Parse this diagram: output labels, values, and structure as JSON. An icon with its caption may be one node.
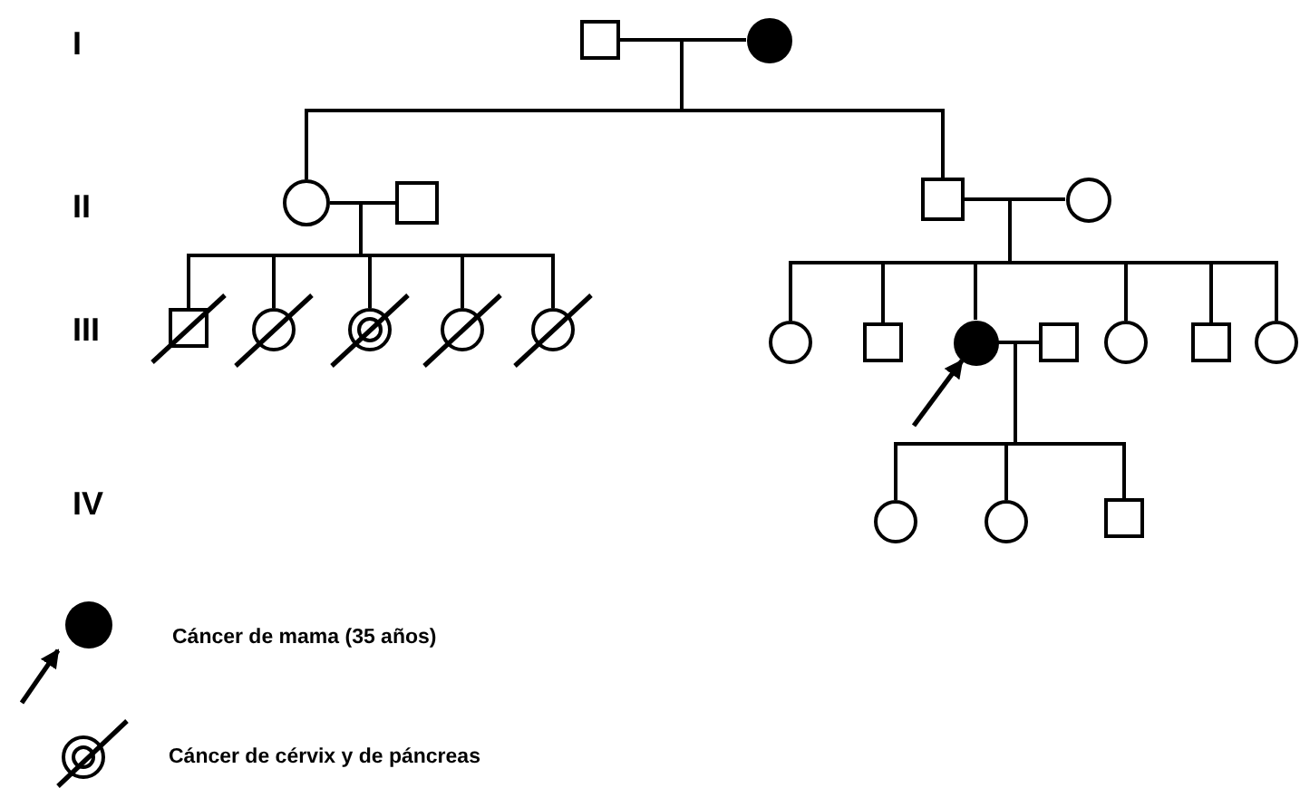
{
  "diagram": {
    "nodes": [
      {
        "text": [],
        "shape": "box"
      },
      {
        "text": [],
        "shape": "circle"
      },
      {
        "text": [],
        "shape": "circle"
      },
      {
        "text": [],
        "shape": "box"
      },
      {
        "text": [],
        "shape": "box"
      },
      {
        "text": [],
        "shape": "circle"
      },
      {
        "text": [],
        "shape": "box"
      },
      {
        "text": [],
        "shape": "circle"
      },
      {
        "text": [],
        "shape": "circle"
      },
      {
        "text": [],
        "shape": "circle"
      },
      {
        "text": [],
        "shape": "circle"
      },
      {
        "text": [],
        "shape": "circle"
      },
      {
        "text": [],
        "shape": "box"
      },
      {
        "text": [],
        "shape": "circle"
      },
      {
        "text": [],
        "shape": "box"
      },
      {
        "text": [],
        "shape": "circle"
      },
      {
        "text": [],
        "shape": "box"
      },
      {
        "text": [],
        "shape": "circle"
      },
      {
        "text": [],
        "shape": "circle"
      },
      {
        "text": [],
        "shape": "circle"
      },
      {
        "text": [],
        "shape": "box"
      }
    ],
    "edges": [
      {
        "from": 0,
        "to": 1,
        "arrow": "none"
      },
      {
        "from": 0,
        "to": 2,
        "arrow": "none"
      },
      {
        "from": 1,
        "to": 2,
        "arrow": "none"
      },
      {
        "from": 0,
        "to": 4,
        "arrow": "none"
      },
      {
        "from": 1,
        "to": 4,
        "arrow": "none"
      },
      {
        "from": 2,
        "to": 3,
        "arrow": "none"
      },
      {
        "from": 2,
        "to": 6,
        "arrow": "none"
      },
      {
        "from": 3,
        "to": 6,
        "arrow": "none"
      },
      {
        "from": 2,
        "to": 7,
        "arrow": "none"
      },
      {
        "from": 3,
        "to": 7,
        "arrow": "none"
      },
      {
        "from": 2,
        "to": 8,
        "arrow": "none"
      },
      {
        "from": 3,
        "to": 8,
        "arrow": "none"
      },
      {
        "from": 2,
        "to": 9,
        "arrow": "none"
      },
      {
        "from": 3,
        "to": 9,
        "arrow": "none"
      },
      {
        "from": 2,
        "to": 10,
        "arrow": "none"
      },
      {
        "from": 3,
        "to": 10,
        "arrow": "none"
      },
      {
        "from": 4,
        "to": 5,
        "arrow": "none"
      },
      {
        "from": 4,
        "to": 11,
        "arrow": "none"
      },
      {
        "from": 5,
        "to": 11,
        "arrow": "none"
      },
      {
        "from": 4,
        "to": 12,
        "arrow": "none"
      },
      {
        "from": 5,
        "to": 12,
        "arrow": "none"
      },
      {
        "from": 4,
        "to": 13,
        "arrow": "none"
      },
      {
        "from": 5,
        "to": 13,
        "arrow": "none"
      },
      {
        "from": 4,
        "to": 15,
        "arrow": "none"
      },
      {
        "from": 5,
        "to": 15,
        "arrow": "none"
      },
      {
        "from": 4,
        "to": 16,
        "arrow": "none"
      },
      {
        "from": 5,
        "to": 16,
        "arrow": "none"
      },
      {
        "from": 4,
        "to": 17,
        "arrow": "none"
      },
      {
        "from": 5,
        "to": 17,
        "arrow": "none"
      },
      {
        "from": 13,
        "to": 14,
        "arrow": "none"
      },
      {
        "from": 13,
        "to": 18,
        "arrow": "none"
      },
      {
        "from": 14,
        "to": 18,
        "arrow": "none"
      },
      {
        "from": 13,
        "to": 19,
        "arrow": "none"
      },
      {
        "from": 14,
        "to": 19,
        "arrow": "none"
      },
      {
        "from": 13,
        "to": 20,
        "arrow": "none"
      },
      {
        "from": 14,
        "to": 20,
        "arrow": "none"
      },
      {
        "from": null,
        "to": 13,
        "arrow": "to"
      }
    ],
    "labels": [
      "I",
      "II",
      "III",
      "IV"
    ],
    "legend": [
      {
        "text": "Cáncer de mama (35 años)"
      },
      {
        "text": "Cáncer de cérvix y de páncreas"
      }
    ]
  }
}
